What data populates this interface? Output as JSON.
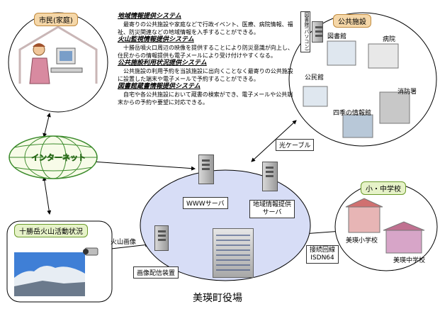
{
  "citizen": {
    "tag": "市民(家庭)"
  },
  "public_facilities": {
    "tag": "公共施設",
    "items": {
      "library": "図書館",
      "hospital": "病院",
      "community_hall": "公民館",
      "fire_station": "消防署",
      "seasons_center": "四季の情報館"
    },
    "vertical_tag": "図書館(パソコン)"
  },
  "services": [
    {
      "title": "地域情報提供システム",
      "body": "最寄りの公共施設や家庭などで行政イベント、医療、病院情報、福祉、防災関連などの地域情報を入手することができる。"
    },
    {
      "title": "火山監視情報提供システム",
      "body": "十勝岳噴火口周辺の映像を提供することにより防災意識が向上し、住民からの情報提供も電子メールにより受け付けやすくなる。"
    },
    {
      "title": "公共施設利用状況提供システム",
      "body": "公共施設の利用予約を当該施設に出向くことなく最寄りの公共施設に設置した端末や電子メールで予約することができる。"
    },
    {
      "title": "図書館蔵書情報提供システム",
      "body": "自宅や各公共施設において蔵書の検索ができ、電子メールや公共端末からの予約や要望に対応できる。"
    }
  ],
  "internet": {
    "label": "インターネット"
  },
  "fiber_cable": {
    "label": "光ケーブル"
  },
  "schools": {
    "tag": "小・中学校",
    "elementary": "美瑛小学校",
    "junior_high": "美瑛中学校"
  },
  "volcano": {
    "tag": "十勝岳火山活動状況",
    "image_label": "火山画像"
  },
  "town_hall": {
    "title": "美瑛町役場",
    "www_server": "WWWサーバ",
    "local_info_server_line1": "地域情報提供",
    "local_info_server_line2": "サーバ",
    "image_delivery": "画像配信装置"
  },
  "connection": {
    "line1": "接続回線",
    "line2": "ISDN64"
  }
}
